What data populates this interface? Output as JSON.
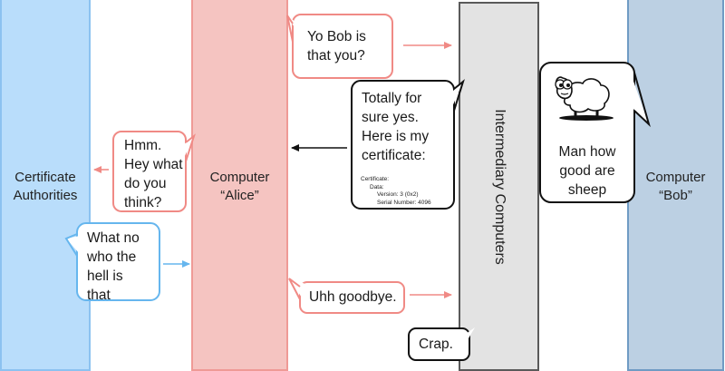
{
  "columns": {
    "certificate_authorities": [
      "Certificate",
      "Authorities"
    ],
    "alice": [
      "Computer",
      "“Alice”"
    ],
    "intermediary": "Intermediary Computers",
    "bob": [
      "Computer",
      "“Bob”"
    ]
  },
  "bubbles": {
    "yo_bob": [
      "Yo Bob is",
      "that you?"
    ],
    "totally": [
      "Totally for",
      "sure yes.",
      "Here is my",
      "certificate:"
    ],
    "certificate_details": [
      "Certificate:",
      "Data:",
      "Version: 3 (0x2)",
      "Serial Number: 4096"
    ],
    "hmm": [
      "Hmm.",
      "Hey what",
      "do you",
      "think?"
    ],
    "what_no": [
      "What no",
      "who the",
      "hell is",
      "that"
    ],
    "uhh_goodbye": "Uhh goodbye.",
    "crap": "Crap.",
    "sheep": [
      "Man how",
      "good are",
      "sheep"
    ]
  },
  "icons": {
    "sheep": "sheep-illustration"
  },
  "colors": {
    "ca_fill": "#b9ddfb",
    "alice_fill": "#f5c4c1",
    "intermediary_fill": "#e3e3e3",
    "bob_fill": "#bcd0e3",
    "red_arrow": "#f08a85",
    "blue_arrow": "#66b6ee",
    "black_arrow": "#111111"
  }
}
